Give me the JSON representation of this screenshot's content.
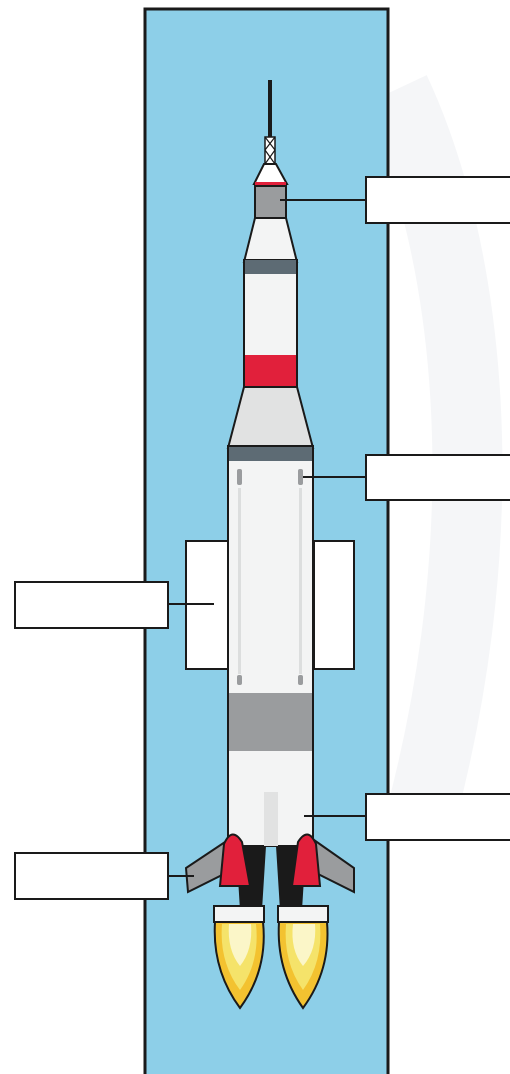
{
  "colors": {
    "sky": "#8dcfe8",
    "frame": "#1a1a1a",
    "body_white": "#f3f4f4",
    "body_light_gray": "#e1e2e2",
    "band_dark": "#5d6b74",
    "band_gray": "#9a9c9e",
    "accent_red": "#e1203b",
    "fin_gray": "#9a9c9e",
    "booster_white": "#ffffff",
    "flame_outer": "#f3c230",
    "flame_mid": "#f5e36a",
    "flame_inner": "#fbf6c8",
    "nozzle_black": "#1a1a1a"
  },
  "labels": [
    {
      "id": "label-top-right",
      "text": ""
    },
    {
      "id": "label-middle-right",
      "text": ""
    },
    {
      "id": "label-boosters-left",
      "text": ""
    },
    {
      "id": "label-lower-right",
      "text": ""
    },
    {
      "id": "label-fins-left",
      "text": ""
    }
  ]
}
